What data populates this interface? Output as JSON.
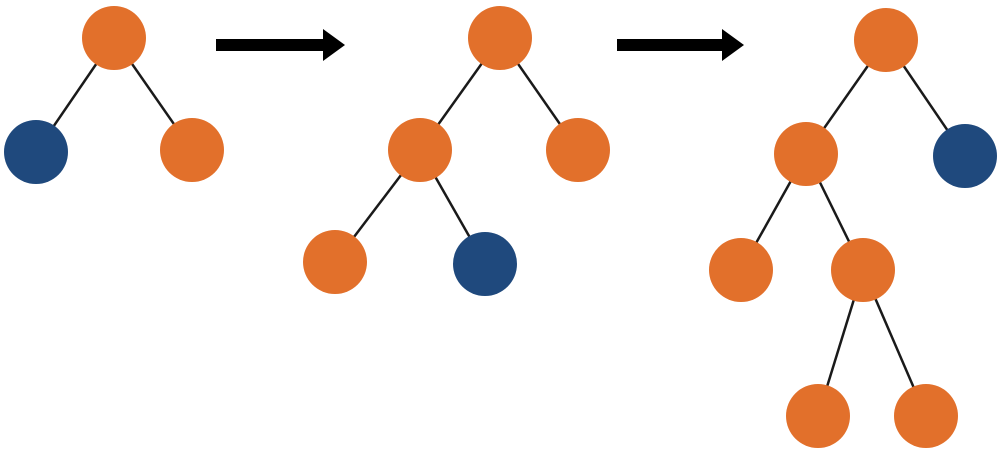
{
  "colors": {
    "orange": "#E2702B",
    "blue": "#1F497D",
    "edge": "#1a1a1a",
    "arrow": "#000000",
    "background": "#ffffff"
  },
  "trees": [
    {
      "name": "tree-1",
      "nodes": [
        {
          "id": "root",
          "color": "orange"
        },
        {
          "id": "left",
          "color": "blue"
        },
        {
          "id": "right",
          "color": "orange"
        }
      ],
      "edges": [
        [
          "root",
          "left"
        ],
        [
          "root",
          "right"
        ]
      ]
    },
    {
      "name": "tree-2",
      "nodes": [
        {
          "id": "root",
          "color": "orange"
        },
        {
          "id": "left",
          "color": "orange"
        },
        {
          "id": "right",
          "color": "orange"
        },
        {
          "id": "left-left",
          "color": "orange"
        },
        {
          "id": "left-right",
          "color": "blue"
        }
      ],
      "edges": [
        [
          "root",
          "left"
        ],
        [
          "root",
          "right"
        ],
        [
          "left",
          "left-left"
        ],
        [
          "left",
          "left-right"
        ]
      ]
    },
    {
      "name": "tree-3",
      "nodes": [
        {
          "id": "root",
          "color": "orange"
        },
        {
          "id": "left",
          "color": "orange"
        },
        {
          "id": "right",
          "color": "blue"
        },
        {
          "id": "left-left",
          "color": "orange"
        },
        {
          "id": "left-right",
          "color": "orange"
        },
        {
          "id": "left-right-left",
          "color": "orange"
        },
        {
          "id": "left-right-right",
          "color": "orange"
        }
      ],
      "edges": [
        [
          "root",
          "left"
        ],
        [
          "root",
          "right"
        ],
        [
          "left",
          "left-left"
        ],
        [
          "left",
          "left-right"
        ],
        [
          "left-right",
          "left-right-left"
        ],
        [
          "left-right",
          "left-right-right"
        ]
      ]
    }
  ],
  "arrows": [
    {
      "name": "arrow-1"
    },
    {
      "name": "arrow-2"
    }
  ]
}
